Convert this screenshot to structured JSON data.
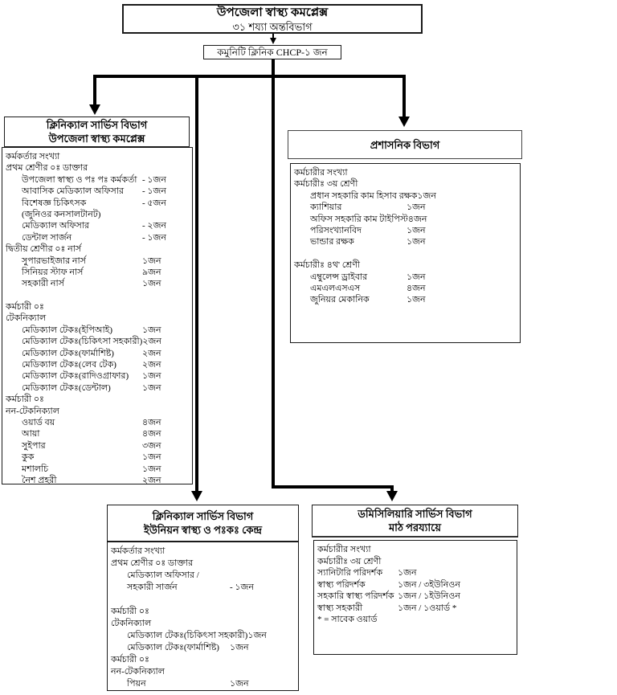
{
  "colors": {
    "line": "#000000",
    "background": "#ffffff",
    "text": "#000000"
  },
  "diagram": {
    "root": {
      "title": "উপজেলা স্বাস্থ্য কমপ্লেক্স",
      "subtitle": "৩১ শয্যা অন্তবিভাগ"
    },
    "community_clinic": {
      "label": "কমুনিটি ক্লিনিক CHCP-১ জন"
    },
    "clinical_uhc": {
      "title": "ক্লিনিক্যাল সার্ভিস বিভাগ",
      "subtitle": "উপজেলা স্বাস্থ্য কমপ্লেক্স",
      "rows": [
        {
          "label": "কর্মকর্তার সংখ্যা"
        },
        {
          "label": "প্রথম শ্রেণীর ০ঃ ডাক্তার"
        },
        {
          "label": "উপজেলা স্বাস্থ্য ও পঃ পঃ কর্মকর্তা",
          "count": "- ১জন",
          "indent": 1
        },
        {
          "label": "আবাসিক মেডিক্যাল অফিসার",
          "count": "- ১জন",
          "indent": 1
        },
        {
          "label": "বিশেষজ্ঞ চিকিৎসক",
          "count": "- ৫জন",
          "indent": 1
        },
        {
          "label": "(জুনিওর কনসালটানট)",
          "indent": 1
        },
        {
          "label": "মেডিক্যাল অফিসার",
          "count": "- ২জন",
          "indent": 1
        },
        {
          "label": "ডেন্টাল সার্জন",
          "count": "- ১জন",
          "indent": 1
        },
        {
          "label": "দ্বিতীয় শ্রেণীর ০ঃ নার্স"
        },
        {
          "label": "সুপারভাইজার নার্স",
          "count": "১জন",
          "indent": 1
        },
        {
          "label": "সিনিয়র স্টাফ  নার্স",
          "count": "৯জন",
          "indent": 1
        },
        {
          "label": "সহকারী নার্স",
          "count": "১জন",
          "indent": 1
        },
        {
          "blank": true
        },
        {
          "label": "কর্মচারী ০ঃ"
        },
        {
          "label": "টেকনিক্যাল"
        },
        {
          "label": "মেডিক্যাল টেকঃ(ইপিআই)",
          "count": "১জন",
          "indent": 1
        },
        {
          "label": "মেডিক্যাল টেকঃ(চিকিৎসা সহকারী)",
          "count": "২জন",
          "indent": 1
        },
        {
          "label": "মেডিক্যাল টেকঃ(ফার্মাশিষ্ট)",
          "count": "২জন",
          "indent": 1
        },
        {
          "label": "মেডিক্যাল টেকঃ(লেব টেক)",
          "count": "২জন",
          "indent": 1
        },
        {
          "label": "মেডিক্যাল টেকঃ(রাদিওগ্রাফার)",
          "count": "১জন",
          "indent": 1
        },
        {
          "label": "মেডিক্যাল টেকঃ(ডেন্টাল)",
          "count": "১জন",
          "indent": 1
        },
        {
          "label": "কর্মচারী ০ঃ"
        },
        {
          "label": "নন-টেকনিক্যাল"
        },
        {
          "label": "ওয়ার্ড বয়",
          "count": "৪জন",
          "indent": 1
        },
        {
          "label": "আয়া",
          "count": "৪জন",
          "indent": 1
        },
        {
          "label": "সুইপার",
          "count": "৩জন",
          "indent": 1
        },
        {
          "label": "কুক",
          "count": "১জন",
          "indent": 1
        },
        {
          "label": "মশালচি",
          "count": "১জন",
          "indent": 1
        },
        {
          "label": "নৈশ প্রহরী",
          "count": "২জন",
          "indent": 1
        }
      ]
    },
    "admin": {
      "title": "প্রশাসনিক বিভাগ",
      "rows": [
        {
          "label": "কর্মচারীর সংখ্যা"
        },
        {
          "label": "কর্মচারীঃ ৩য় শ্রেণী"
        },
        {
          "label": "প্রধান সহকারি কাম হিসাব রক্ষক",
          "count": "১জন",
          "indent": 1
        },
        {
          "label": "ক্যাশিয়ার",
          "count": "১জন",
          "indent": 1
        },
        {
          "label": "অফিস সহকারি  কাম টাইপিস্ট",
          "count": "৪জন",
          "indent": 1
        },
        {
          "label": "পরিসংখ্যানবিদ",
          "count": "১জন",
          "indent": 1
        },
        {
          "label": "ভান্ডার রক্ষক",
          "count": "১জন",
          "indent": 1
        },
        {
          "blank": true
        },
        {
          "label": "কর্মচারীঃ ৪থ' শ্রেণী"
        },
        {
          "label": "এম্বুলেন্স ড্রাইবার",
          "count": "১জন",
          "indent": 1
        },
        {
          "label": "এমএলএসএস",
          "count": "৪জন",
          "indent": 1
        },
        {
          "label": "জুনিয়র মেকানিক",
          "count": "১জন",
          "indent": 1
        }
      ]
    },
    "clinical_union": {
      "title": "ক্লিনিক্যাল সার্ভিস বিভাগ",
      "subtitle": "ইউনিয়ন স্বাস্থ্য ও পঃকঃ কেন্দ্র",
      "rows": [
        {
          "label": "কর্মকর্তার সংখ্যা"
        },
        {
          "label": "প্রথম শ্রেণীর ০ঃ ডাক্তার"
        },
        {
          "label": "মেডিক্যাল অফিসার /",
          "indent": 1
        },
        {
          "label": "সহকারী সার্জন",
          "count": "- ১জন",
          "indent": 1
        },
        {
          "blank": true
        },
        {
          "label": "কর্মচারী ০ঃ"
        },
        {
          "label": "টেকনিক্যাল"
        },
        {
          "label": "মেডিক্যাল টেকঃ(চিকিৎসা সহকারী)",
          "count": "১জন",
          "indent": 1
        },
        {
          "label": "মেডিক্যাল টেকঃ(ফার্মাশিষ্ট)",
          "count": "১জন",
          "indent": 1
        },
        {
          "label": "কর্মচারী ০ঃ"
        },
        {
          "label": "নন-টেকনিক্যাল"
        },
        {
          "label": "পিয়ন",
          "count": "১জন",
          "indent": 1
        }
      ]
    },
    "domiciliary": {
      "title": "ডমিসিলিয়ারি সার্ভিস বিভাগ",
      "subtitle": "মাঠ পরয্যায়ে",
      "rows": [
        {
          "label": "কর্মচারীর সংখ্যা"
        },
        {
          "label": "কর্মচারীঃ ৩য় শ্রেণী"
        },
        {
          "label": "স্যানিটারি পরিদর্শক",
          "count": "১জন"
        },
        {
          "label": "স্বাস্থ্য পরিদর্শক",
          "count": "১জন / ৩ইউনিওন"
        },
        {
          "label": "সহকারি স্বাস্থ্য পরিদর্শক",
          "count": "১জন / ১ইউনিওন"
        },
        {
          "label": "স্বাস্থ্য সহকারী",
          "count": "১জন / ১ওয়ার্ড *"
        },
        {
          "label": "* = সাবেক ওয়ার্ড"
        }
      ]
    }
  }
}
